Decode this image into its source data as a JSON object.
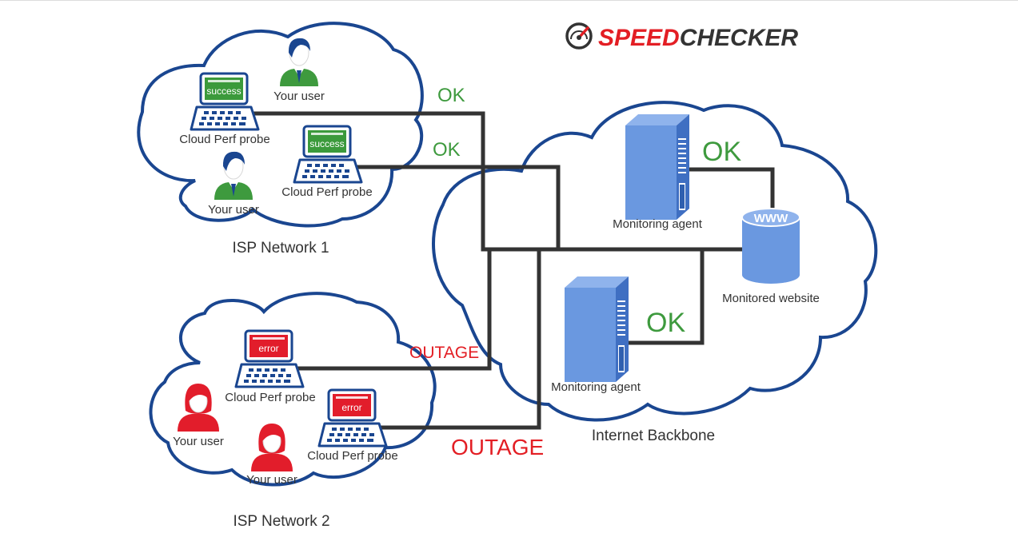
{
  "brand": {
    "logo_prefix": "SPEED",
    "logo_suffix": "CHECKER",
    "colors": {
      "red": "#e31e24",
      "dark": "#333333"
    }
  },
  "colors": {
    "cloud_border": "#1a4690",
    "link": "#333333",
    "ok": "#3e9a3e",
    "outage": "#e31e24",
    "success": "#3b9a3b",
    "error": "#e21d2b",
    "server": "#5b8bd6",
    "user_ok": "#3e9a3e",
    "user_err": "#e21d2b"
  },
  "networks": {
    "isp1": {
      "name": "ISP Network 1",
      "probes": [
        {
          "screen_text": "success",
          "label": "Cloud Perf probe",
          "state": "success"
        },
        {
          "screen_text": "success",
          "label": "Cloud Perf probe",
          "state": "success"
        }
      ],
      "users": [
        {
          "label": "Your user"
        },
        {
          "label": "Your user"
        }
      ]
    },
    "isp2": {
      "name": "ISP Network 2",
      "probes": [
        {
          "screen_text": "error",
          "label": "Cloud Perf probe",
          "state": "error"
        },
        {
          "screen_text": "error",
          "label": "Cloud Perf probe",
          "state": "error"
        }
      ],
      "users": [
        {
          "label": "Your user"
        },
        {
          "label": "Your user"
        }
      ]
    },
    "backbone": {
      "name": "Internet Backbone",
      "agents": [
        {
          "label": "Monitoring agent"
        },
        {
          "label": "Monitoring agent"
        }
      ],
      "website": {
        "label": "Monitored website",
        "badge": "WWW"
      }
    }
  },
  "statuses": {
    "isp1_top": "OK",
    "isp1_bottom": "OK",
    "agent_top": "OK",
    "agent_bottom": "OK",
    "isp2_top": "OUTAGE",
    "isp2_bottom": "OUTAGE"
  }
}
